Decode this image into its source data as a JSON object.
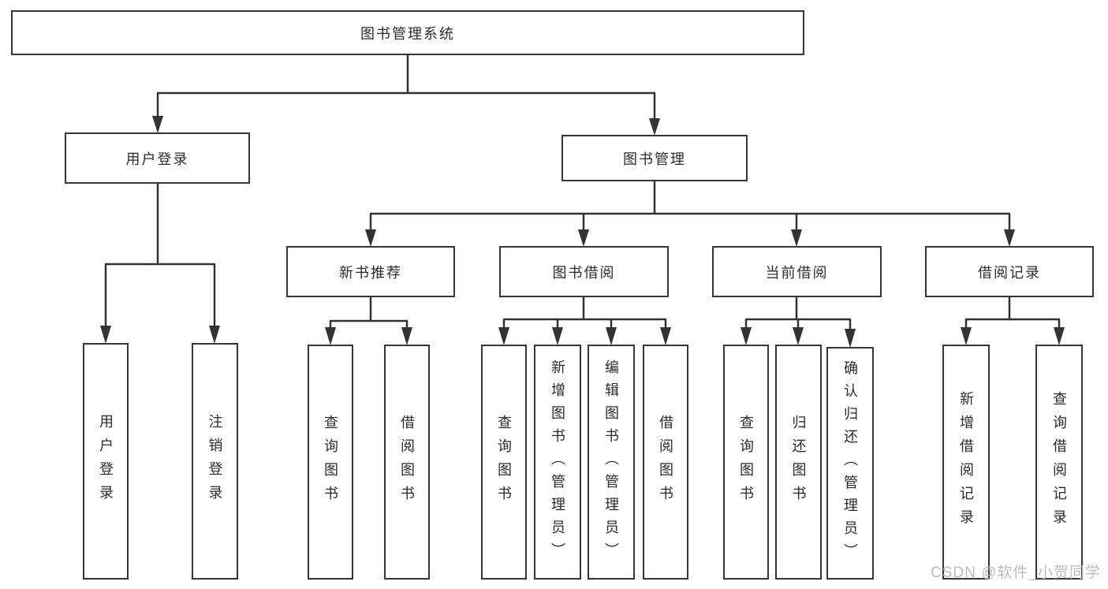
{
  "tree": {
    "label": "图书管理系统",
    "children": [
      {
        "label": "用户登录",
        "children": [
          {
            "label": "用户登录"
          },
          {
            "label": "注销登录"
          }
        ]
      },
      {
        "label": "图书管理",
        "children": [
          {
            "label": "新书推荐",
            "children": [
              {
                "label": "查询图书"
              },
              {
                "label": "借阅图书"
              }
            ]
          },
          {
            "label": "图书借阅",
            "children": [
              {
                "label": "查询图书"
              },
              {
                "label": "新增图书（管理员）"
              },
              {
                "label": "编辑图书（管理员）"
              },
              {
                "label": "借阅图书"
              }
            ]
          },
          {
            "label": "当前借阅",
            "children": [
              {
                "label": "查询图书"
              },
              {
                "label": "归还图书"
              },
              {
                "label": "确认归还（管理员）"
              }
            ]
          },
          {
            "label": "借阅记录",
            "children": [
              {
                "label": "新增借阅记录"
              },
              {
                "label": "查询借阅记录"
              }
            ]
          }
        ]
      }
    ]
  },
  "watermark": {
    "text": "CSDN @软件_小贺同学"
  },
  "colors": {
    "line": "#333333",
    "box_border": "#363636",
    "text": "#2b2b2b",
    "watermark": "#bdbdbd",
    "background": "#ffffff"
  }
}
